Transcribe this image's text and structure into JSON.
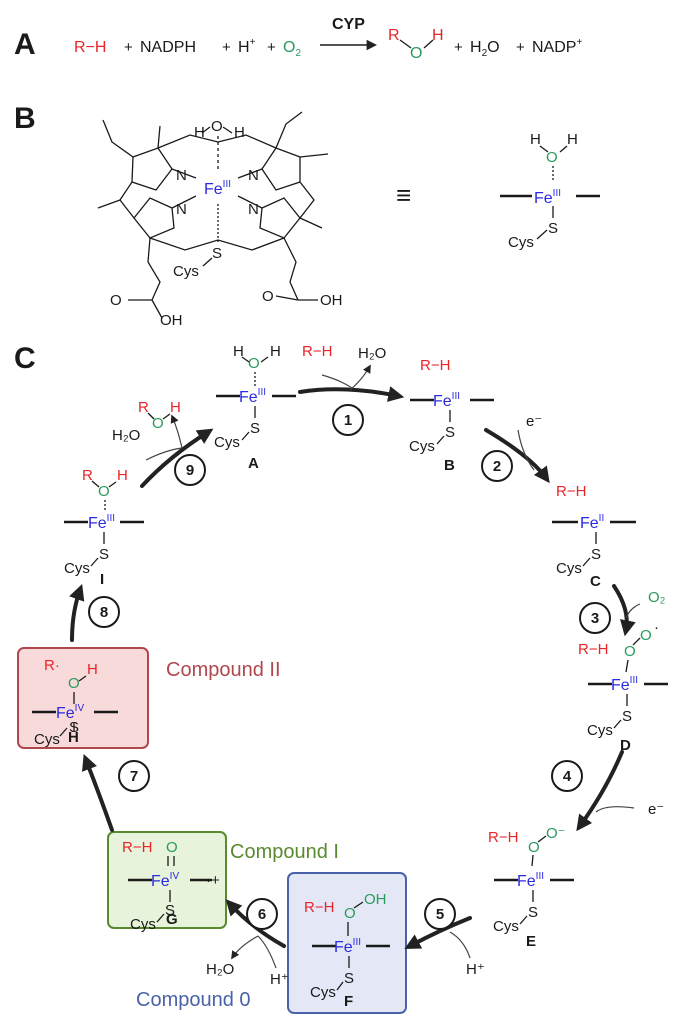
{
  "panels": {
    "a": "A",
    "b": "B",
    "c": "C"
  },
  "reaction": {
    "rh": "R−H",
    "plus": "+",
    "nadph": "NADPH",
    "h": "H",
    "hplus_sup": "+",
    "o2_o": "O",
    "o2_sub": "2",
    "enzyme": "CYP",
    "prod_r": "R",
    "prod_o": "O",
    "prod_h": "H",
    "water_h": "H",
    "water_sub": "2",
    "water_o": "O",
    "nadp": "NADP",
    "nadp_sup": "+"
  },
  "heme": {
    "water_h": "H",
    "water_o": "O",
    "fe": "Fe",
    "fe_ox": "III",
    "n": "N",
    "cys": "Cys",
    "s": "S",
    "oh": "OH",
    "o": "O",
    "equiv": "≡"
  },
  "atoms": {
    "fe": "Fe",
    "o": "O",
    "h": "H",
    "s": "S",
    "cys": "Cys",
    "r": "R",
    "rh": "R−H",
    "rdot": "R·",
    "oh": "OH"
  },
  "ox": {
    "ii": "II",
    "iii": "III",
    "iv": "IV"
  },
  "labels": [
    "A",
    "B",
    "C",
    "D",
    "E",
    "F",
    "G",
    "H",
    "I"
  ],
  "steps": [
    "1",
    "2",
    "3",
    "4",
    "5",
    "6",
    "7",
    "8",
    "9"
  ],
  "species": {
    "water": "H₂O",
    "eminus": "e⁻",
    "hplus": "H⁺",
    "o2": "O₂",
    "superoxo": "O⁻"
  },
  "compounds": {
    "c0": {
      "name": "Compound 0",
      "color": "#4a62a8",
      "fill": "#e3e7f6"
    },
    "c1": {
      "name": "Compound I",
      "color": "#5a8a2e",
      "fill": "#e7f3da"
    },
    "c2": {
      "name": "Compound II",
      "color": "#b0474e",
      "fill": "#f8dadb"
    }
  },
  "colors": {
    "red": "#e8262a",
    "green": "#2a9a5c",
    "blue": "#2a2ae0"
  }
}
